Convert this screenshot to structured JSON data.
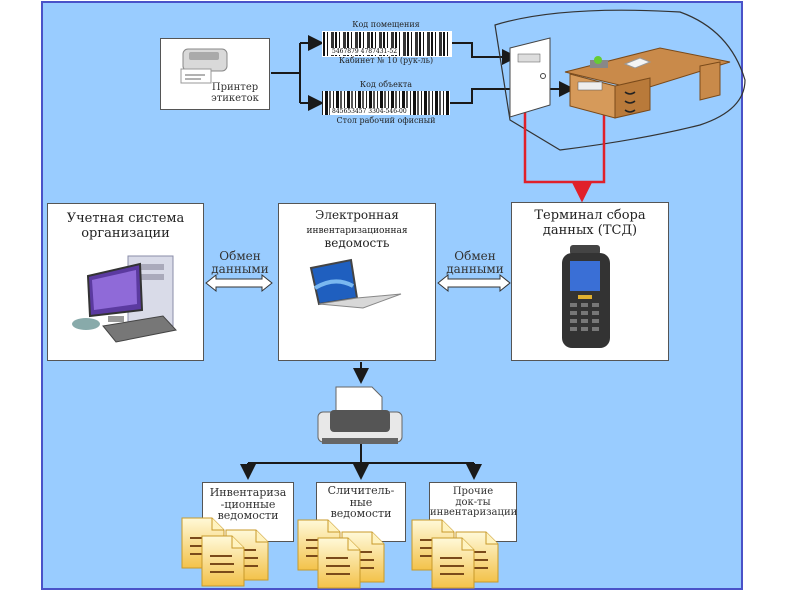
{
  "label_printer": {
    "caption_line1": "Принтер",
    "caption_line2": "этикеток"
  },
  "barcodes": [
    {
      "title": "Код помещения",
      "number": "5467879   4787431-52",
      "caption": "Кабинет № 10 (рук-ль)"
    },
    {
      "title": "Код объекта",
      "number": "845653457  3304-546-00",
      "caption": "Стол рабочий офисный"
    }
  ],
  "boxes": {
    "accounting": {
      "line1": "Учетная система",
      "line2": "организации"
    },
    "inventory_sheet": {
      "line1": "Электронная",
      "line2": "инвентаризационная",
      "line3": "ведомость"
    },
    "terminal": {
      "line1": "Терминал сбора",
      "line2": "данных (ТСД)"
    }
  },
  "exchange_labels": [
    {
      "line1": "Обмен",
      "line2": "данными"
    },
    {
      "line1": "Обмен",
      "line2": "данными"
    }
  ],
  "outputs": [
    {
      "line1": "Инвентариза",
      "line2": "-ционные",
      "line3": "ведомости"
    },
    {
      "line1": "Сличитель-",
      "line2": "ные",
      "line3": "ведомости"
    },
    {
      "line1": "Прочие",
      "line2": "док-ты",
      "line3": "инвентаризации"
    }
  ],
  "colors": {
    "background": "#99ccff",
    "border": "#4a52c8",
    "red_line": "#e0202a",
    "connector": "#1a1a1a"
  }
}
